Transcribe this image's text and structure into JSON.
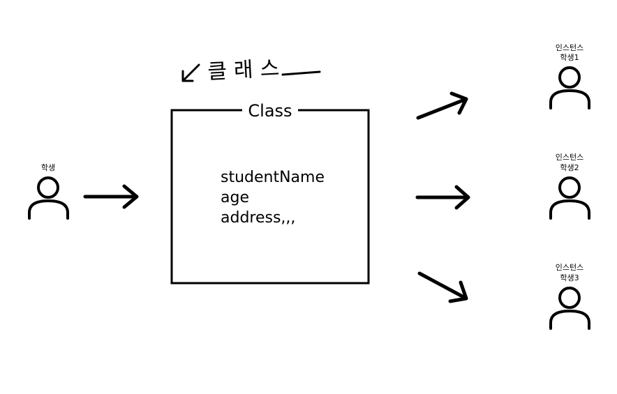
{
  "handwritten_label": "클래스",
  "class_box": {
    "title": "Class",
    "fields": [
      "studentName",
      "age",
      "address,,,"
    ]
  },
  "input_person": {
    "label": "학생"
  },
  "instances": [
    {
      "line1": "인스턴스",
      "line2": "학생1"
    },
    {
      "line1": "인스턴스",
      "line2": "학생2"
    },
    {
      "line1": "인스턴스",
      "line2": "학생3"
    }
  ]
}
